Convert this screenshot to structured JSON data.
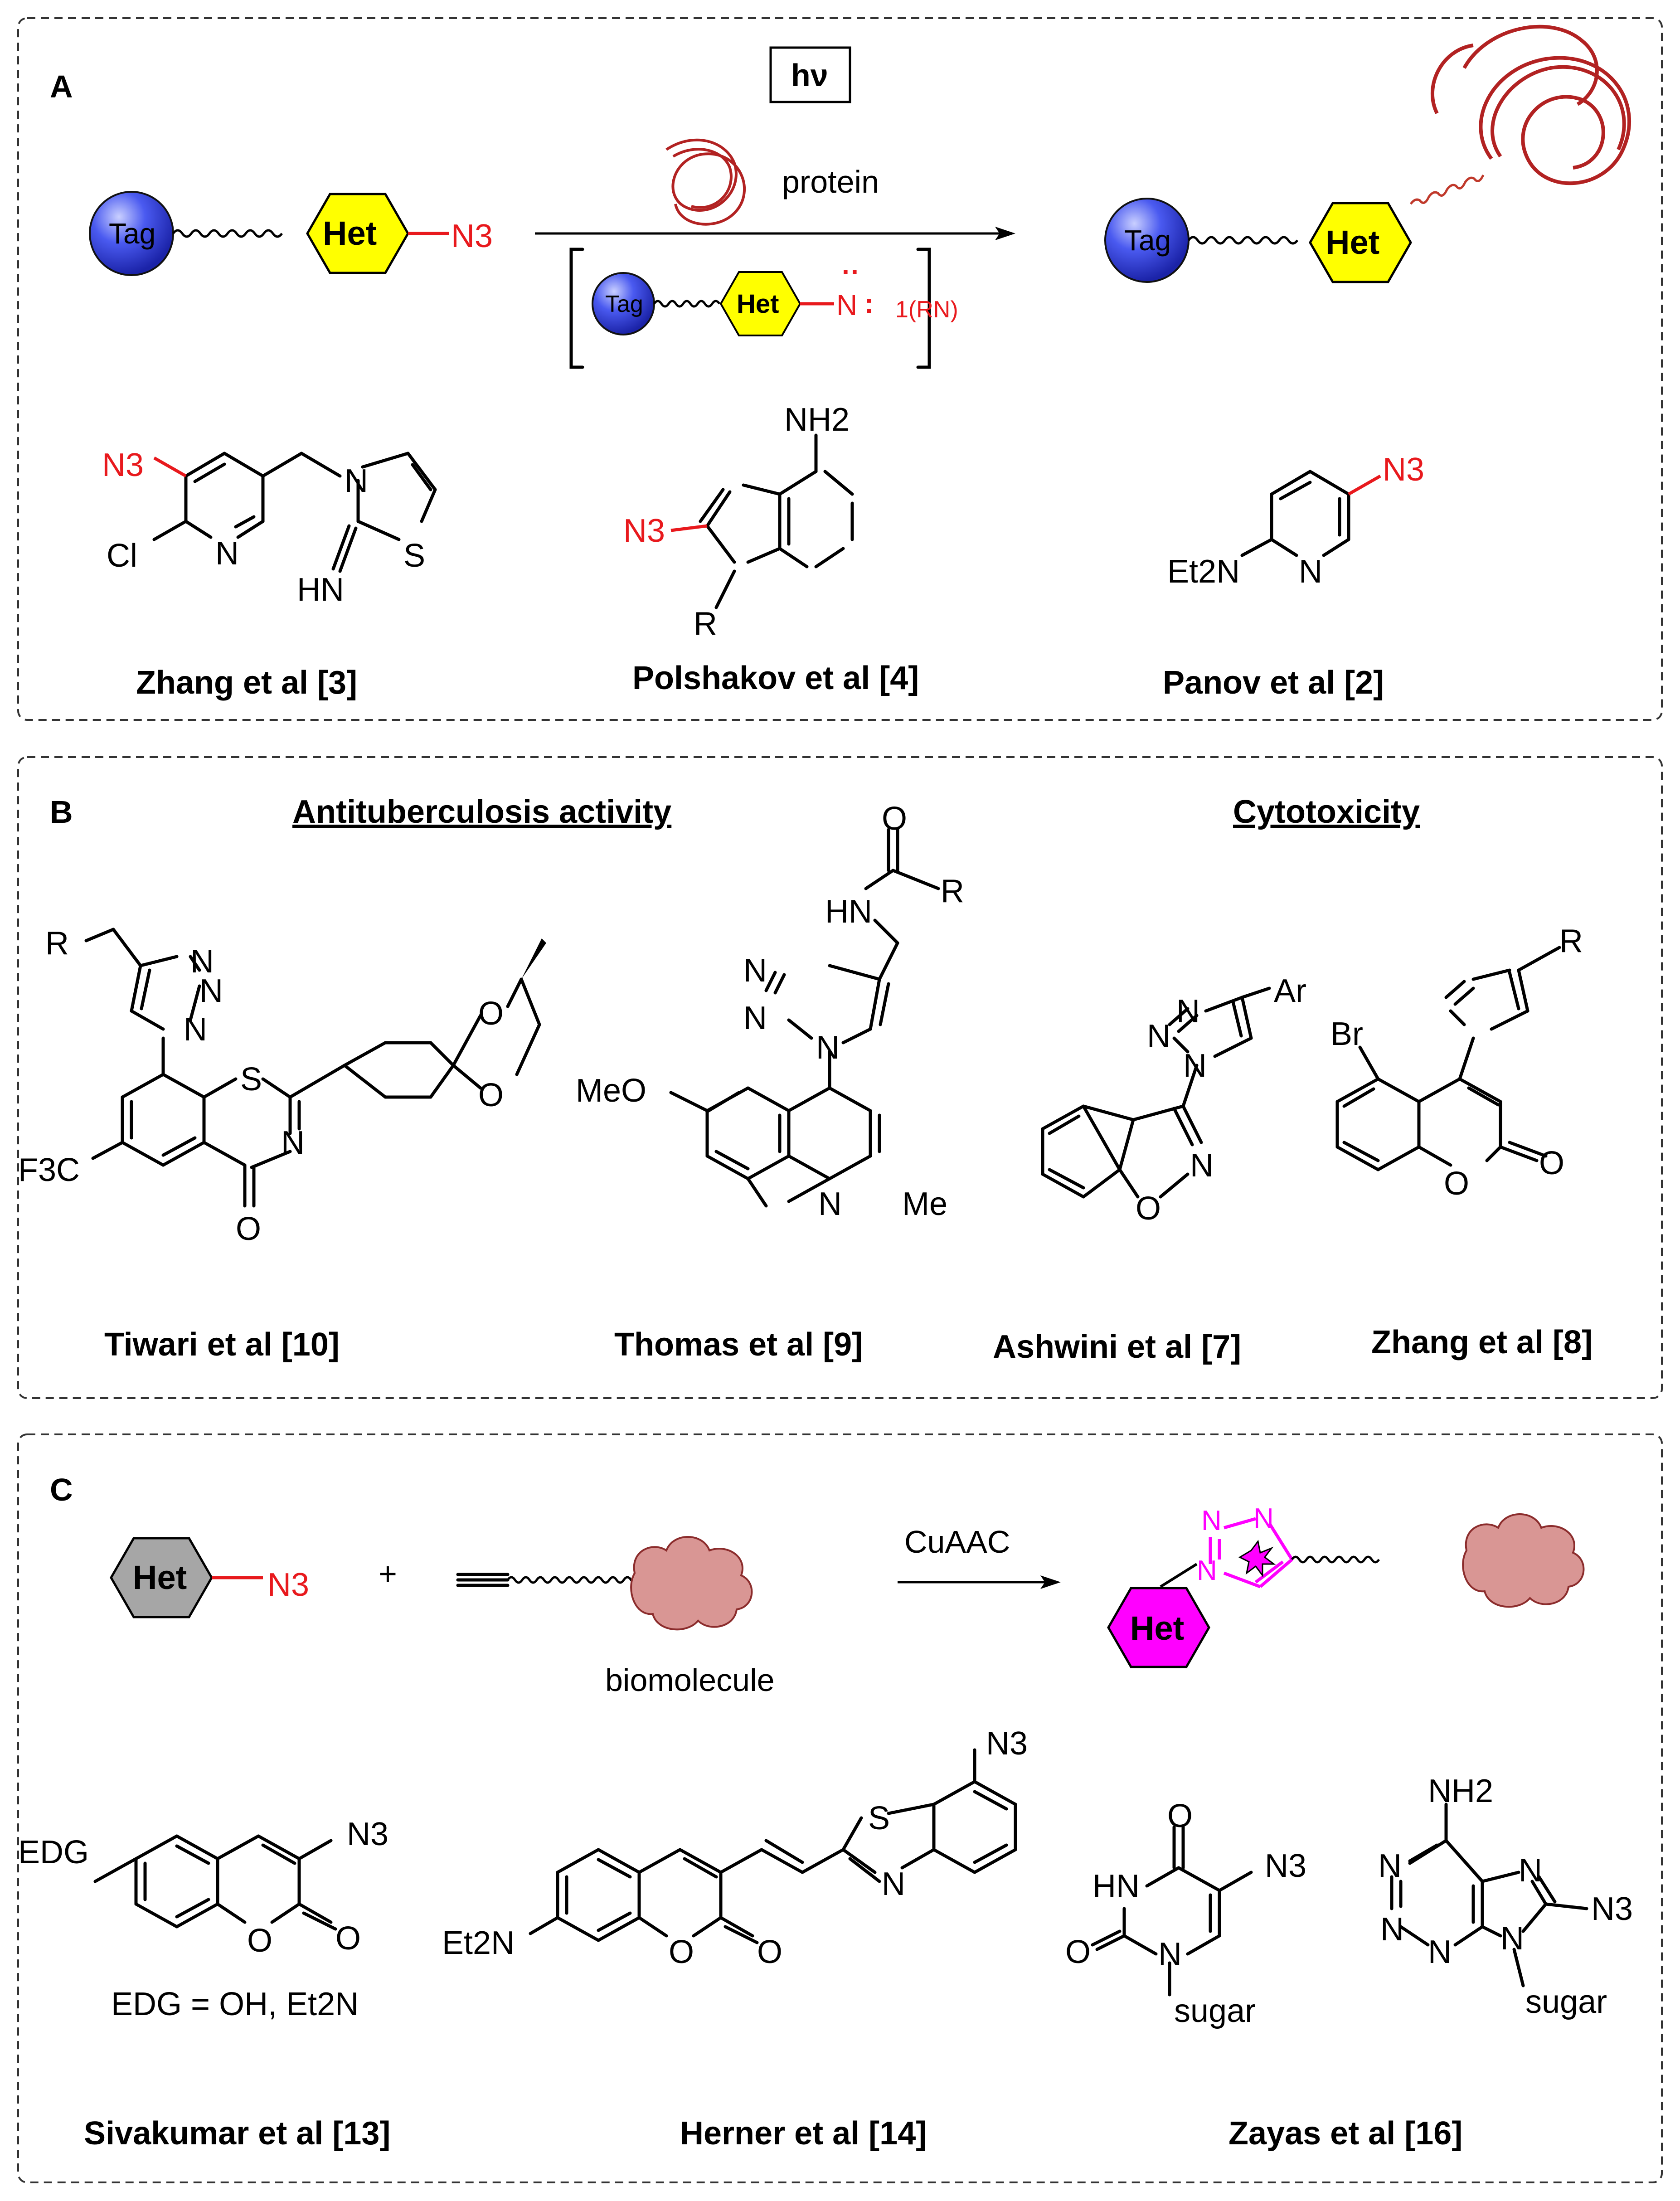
{
  "panels": {
    "a": {
      "label": "A",
      "light_label": "hν",
      "protein_label": "protein",
      "tag_label": "Tag",
      "het_label": "Het",
      "azide_label": "N3",
      "nitrene_label": "N",
      "nitrene_state": "1(RN)",
      "refs": [
        "Zhang et al [3]",
        "Polshakov et al [4]",
        "Panov et al [2]"
      ],
      "zhang_atoms": {
        "n3": "N3",
        "cl": "Cl",
        "n_ring": "N",
        "n_thiazole": "N",
        "s": "S",
        "imine": "HN"
      },
      "polshakov_atoms": {
        "nh2": "NH2",
        "n3": "N3",
        "r": "R"
      },
      "panov_atoms": {
        "n3": "N3",
        "amine": "Et2N",
        "n": "N"
      }
    },
    "b": {
      "label": "B",
      "header_left": "Antituberculosis activity",
      "header_right": "Cytotoxicity",
      "refs": [
        "Tiwari et al [10]",
        "Thomas et al [9]",
        "Ashwini et al [7]",
        "Zhang et al [8]"
      ],
      "tiwari_atoms": {
        "r": "R",
        "s": "S",
        "n": "N",
        "o": "O",
        "cf3": "F3C"
      },
      "thomas_atoms": {
        "o": "O",
        "r": "R",
        "hn": "HN",
        "meo": "MeO",
        "me": "Me",
        "n": "N"
      },
      "ashwini_atoms": {
        "ar": "Ar",
        "o": "O",
        "n": "N"
      },
      "zhang8_atoms": {
        "r": "R",
        "br": "Br",
        "o": "O"
      }
    },
    "c": {
      "label": "C",
      "het_label": "Het",
      "azide_label": "N3",
      "plus": "+",
      "reaction_label": "CuAAC",
      "biomolecule_label": "biomolecule",
      "refs": [
        "Sivakumar et al [13]",
        "Herner et al [14]",
        "Zayas et al [16]"
      ],
      "sivakumar_atoms": {
        "edg": "EDG",
        "n3": "N3",
        "o": "O",
        "note": "EDG = OH, Et2N"
      },
      "herner_atoms": {
        "n3": "N3",
        "s": "S",
        "n": "N",
        "amine": "Et2N",
        "o": "O"
      },
      "zayas_atoms": {
        "o": "O",
        "n3": "N3",
        "hn": "HN",
        "sugar": "sugar",
        "nh2": "NH2",
        "n": "N"
      }
    }
  },
  "colors": {
    "azide": "#e8191d",
    "tag_sphere": "#2d3fe0",
    "het_yellow": "#ffff00",
    "het_grey": "#a6a6a6",
    "het_magenta": "#ff00ff",
    "protein_coil": "#b22222",
    "biomolecule": "#d99694"
  }
}
